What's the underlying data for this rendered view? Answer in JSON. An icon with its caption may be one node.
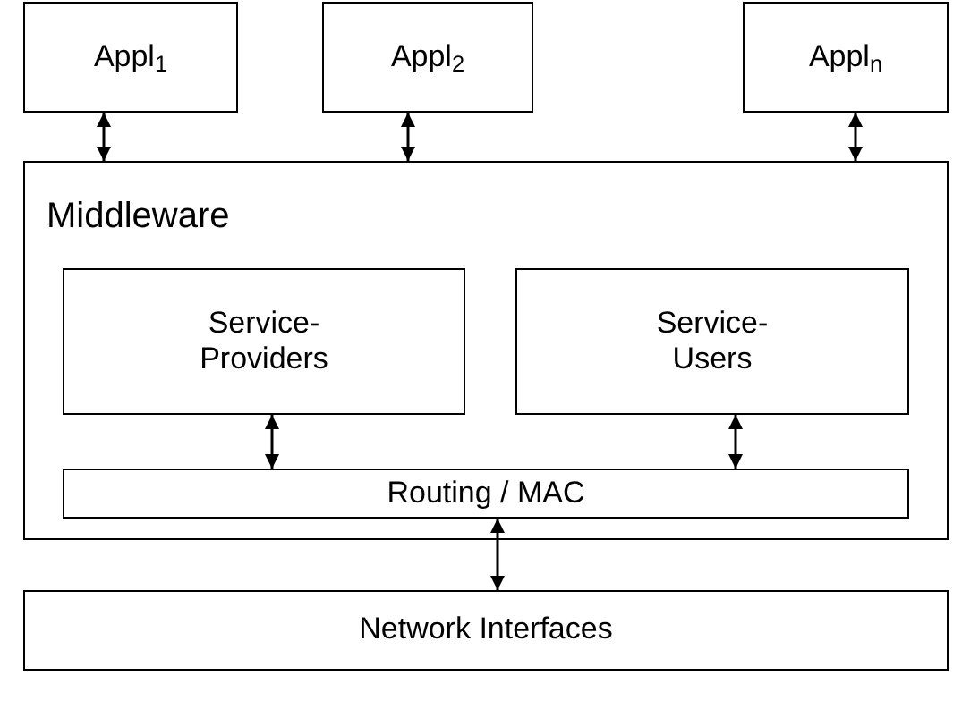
{
  "diagram": {
    "nodes": [
      {
        "text": [
          "Appl$_{1}$"
        ]
      },
      {
        "text": [
          "Appl$_{2}$"
        ]
      },
      {
        "text": [
          "Appl$_{n}$"
        ]
      },
      {
        "text": [
          "Middleware"
        ]
      },
      {
        "text": [
          "Service- Providers"
        ],
        "in": 3
      },
      {
        "text": [
          "Service- Users"
        ],
        "in": 3
      },
      {
        "text": [
          "Routing / MAC"
        ],
        "in": 3
      },
      {
        "text": [
          "Network Interfaces"
        ]
      }
    ],
    "edges": [
      {
        "from": 0,
        "to": 3,
        "arrow": "both"
      },
      {
        "from": 1,
        "to": 3,
        "arrow": "both"
      },
      {
        "from": 2,
        "to": 3,
        "arrow": "both"
      },
      {
        "from": 4,
        "to": 6,
        "arrow": "both"
      },
      {
        "from": 5,
        "to": 6,
        "arrow": "both"
      },
      {
        "from": 6,
        "to": 7,
        "arrow": "both"
      }
    ]
  }
}
